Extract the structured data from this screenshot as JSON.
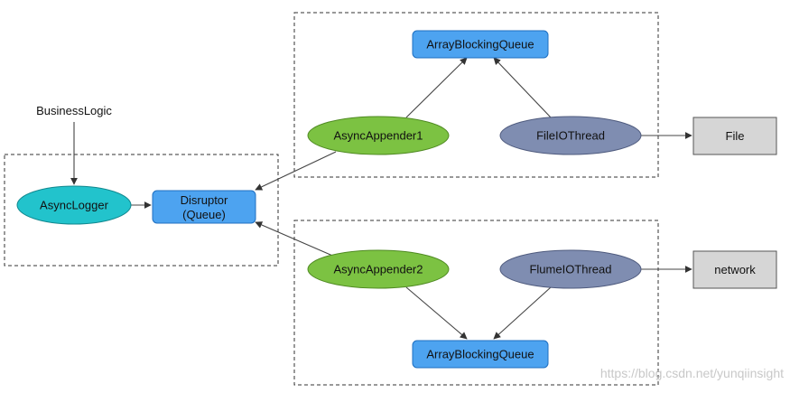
{
  "nodes": {
    "business_logic": "BusinessLogic",
    "async_logger": "AsyncLogger",
    "disruptor_line1": "Disruptor",
    "disruptor_line2": "(Queue)",
    "queue_top": "ArrayBlockingQueue",
    "async_appender_1": "AsyncAppender1",
    "file_io_thread": "FileIOThread",
    "file": "File",
    "async_appender_2": "AsyncAppender2",
    "flume_io_thread": "FlumeIOThread",
    "network": "network",
    "queue_bottom": "ArrayBlockingQueue"
  },
  "watermark": "https://blog.csdn.net/yunqiinsight",
  "colors": {
    "queue_fill": "#4da3f0",
    "queue_stroke": "#1f6fc0",
    "appender_fill": "#7cc242",
    "appender_stroke": "#4f8a22",
    "thread_fill": "#7f8db1",
    "thread_stroke": "#4f5b7e",
    "logger_fill": "#22c3cc",
    "logger_stroke": "#11888f",
    "output_fill": "#d6d6d6",
    "output_stroke": "#555555"
  }
}
